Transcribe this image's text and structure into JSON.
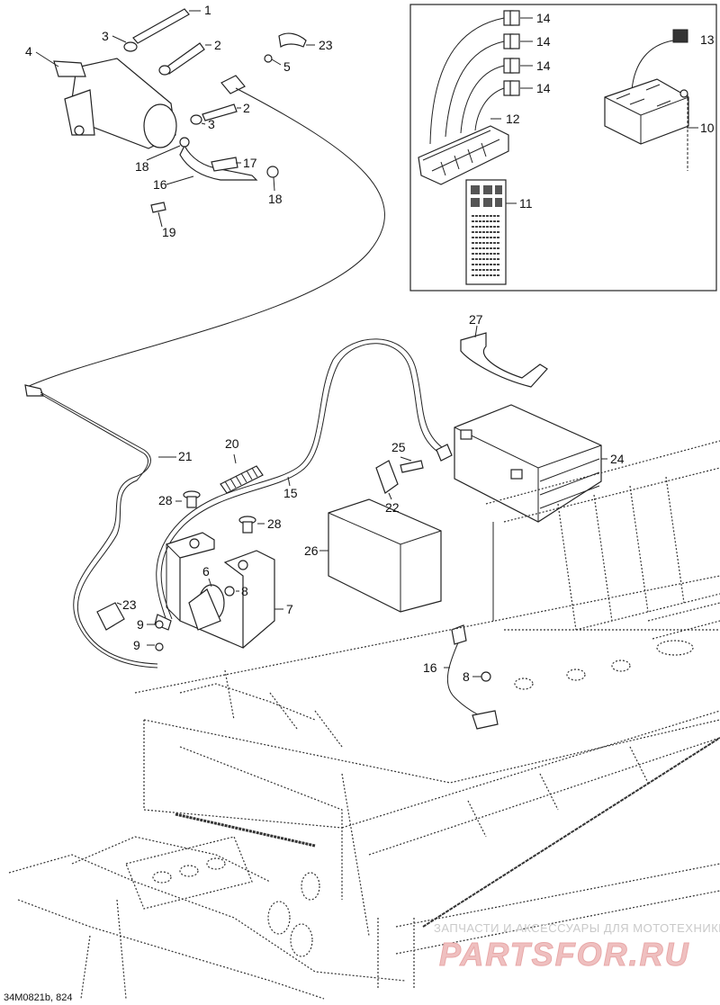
{
  "callouts": {
    "c1": "1",
    "c2a": "2",
    "c2b": "2",
    "c3a": "3",
    "c3b": "3",
    "c4": "4",
    "c5": "5",
    "c6": "6",
    "c7": "7",
    "c8a": "8",
    "c8b": "8",
    "c9a": "9",
    "c9b": "9",
    "c10": "10",
    "c11": "11",
    "c12": "12",
    "c13": "13",
    "c14a": "14",
    "c14b": "14",
    "c14c": "14",
    "c14d": "14",
    "c15": "15",
    "c16a": "16",
    "c16b": "16",
    "c17": "17",
    "c18a": "18",
    "c18b": "18",
    "c19": "19",
    "c20": "20",
    "c21": "21",
    "c22": "22",
    "c23a": "23",
    "c23b": "23",
    "c24": "24",
    "c25": "25",
    "c26": "26",
    "c27": "27",
    "c28a": "28",
    "c28b": "28"
  },
  "figure_ref": "34M0821b, 824",
  "watermark": {
    "line1": "ЗАПЧАСТИ И АКСЕССУАРЫ ДЛЯ МОТОТЕХНИКИ",
    "line2": "PARTSFOR.RU"
  }
}
